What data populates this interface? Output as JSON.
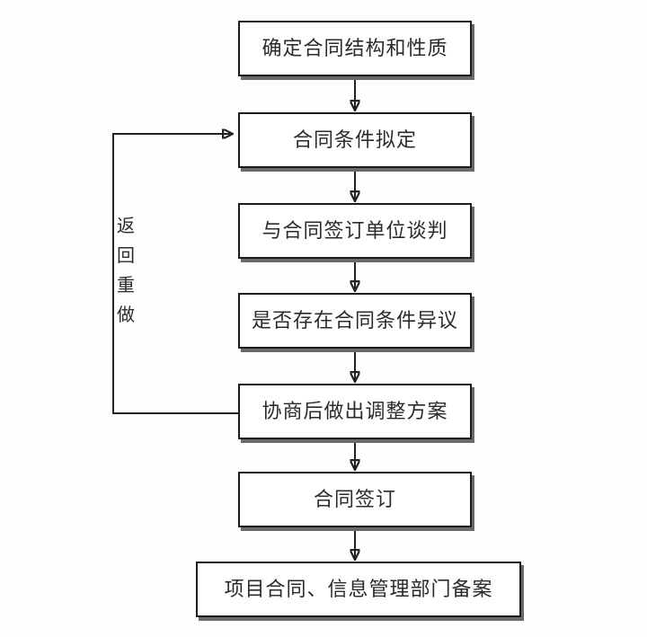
{
  "flowchart": {
    "nodes": [
      {
        "label": "确定合同结构和性质"
      },
      {
        "label": "合同条件拟定"
      },
      {
        "label": "与合同签订单位谈判"
      },
      {
        "label": "是否存在合同条件异议"
      },
      {
        "label": "协商后做出调整方案"
      },
      {
        "label": "合同签订"
      },
      {
        "label": "项目合同、信息管理部门备案"
      }
    ],
    "loop_label": {
      "text": "返回重做",
      "chars": [
        "返",
        "回",
        "重",
        "做"
      ]
    },
    "colors": {
      "background": "#fffdfd",
      "box_fill": "#ffffff",
      "box_border": "#1c1c1c",
      "box_shadow": "#6a6a6a",
      "text": "#2b2b2b",
      "connector": "#222222"
    }
  }
}
